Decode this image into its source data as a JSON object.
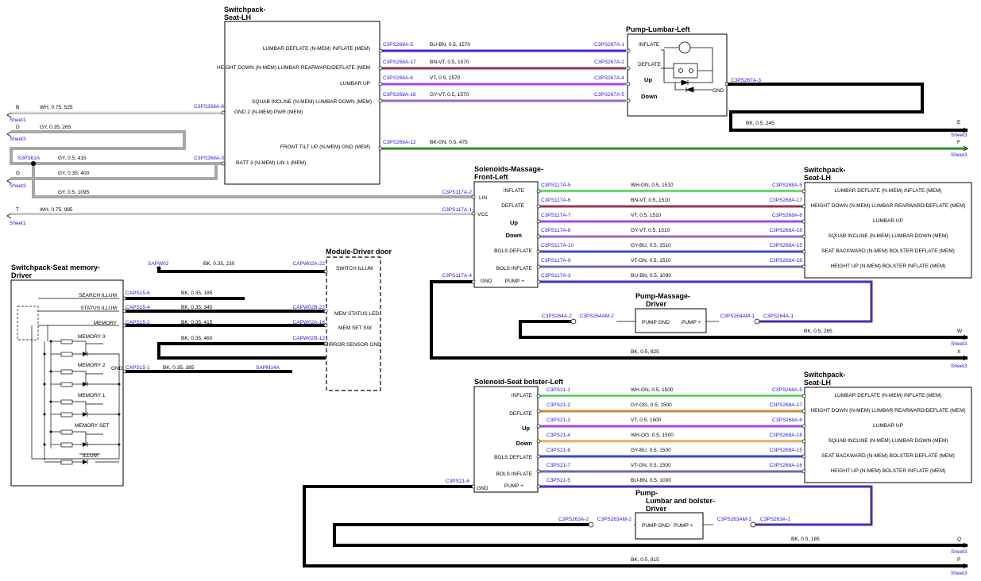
{
  "components": [
    {
      "key": "sp1",
      "title": [
        "Switchpack-",
        "Seat-LH"
      ],
      "pins": [
        "LUMBAR DEFLATE (N-MEM) INFLATE (MEM)",
        "HEIGHT DOWN (N-MEM) LUMBAR REARWARD/DEFLATE (MEM",
        "LUMBAR UP",
        "SQUAB INCLINE (N-MEM) LUMBAR DOWN (MEM)",
        "GND 2 (N-MEM) PWR (MEM)",
        "FRONT TILT UP (N-MEM) GND (MEM)",
        "BATT 3 (N-MEM) LIN 1 (MEM)"
      ]
    },
    {
      "key": "pump1",
      "title": [
        "Pump-Lumbar-Left"
      ],
      "pins": [
        "INFLATE",
        "DEFLATE",
        "Up",
        "Down",
        "GND"
      ]
    },
    {
      "key": "sol1",
      "title": [
        "Solenoids-Massage-",
        "Front-Left"
      ],
      "pins": [
        "INFLATE",
        "LIN",
        "DEFLATE",
        "VCC",
        "Up",
        "Down",
        "BOLS DEFLATE",
        "BOLS INFLATE",
        "GND",
        "PUMP +"
      ]
    },
    {
      "key": "sp2",
      "title": [
        "Switchpack-",
        "Seat-LH"
      ],
      "pins": [
        "LUMBAR DEFLATE (N-MEM) INFLATE (MEM)",
        "HEIGHT DOWN (N-MEM) LUMBAR REARWARD/DEFLATE (MEM)",
        "LUMBAR UP",
        "SQUAB INCLINE (N-MEM) LUMBAR DOWN (MEM)",
        "SEAT BACKWARD (N-MEM) BOLSTER DEFLATE (MEM)",
        "HEIGHT UP (N-MEM) BOLSTER INFLATE (MEM)"
      ]
    },
    {
      "key": "mem",
      "title": [
        "Switchpack-Seat memory-",
        "Driver"
      ],
      "pins": [
        "SEARCH ILLUM",
        "STATUS ILLUM",
        "MEMORY",
        "GND"
      ],
      "inner": [
        "MEMORY 3",
        "MEMORY 2",
        "MEMORY 1",
        "MEMORY SET",
        "ILLUM"
      ]
    },
    {
      "key": "door",
      "title": [
        "Module-Driver door"
      ],
      "pins": [
        "SWITCH ILLUM",
        "MEM STATUS LED",
        "MEM SET SW",
        "MIRROR SENSOR GND"
      ]
    },
    {
      "key": "pm",
      "title": [
        "Pump-Massage-",
        "Driver"
      ],
      "pins": [
        "PUMP GND",
        "PUMP +"
      ]
    },
    {
      "key": "sol2",
      "title": [
        "Solenoid-Seat bolster-Left"
      ],
      "pins": [
        "INFLATE",
        "DEFLATE",
        "Up",
        "Down",
        "BOLS DEFLATE",
        "BOLS INFLATE",
        "GND",
        "PUMP +"
      ]
    },
    {
      "key": "sp3",
      "title": [
        "Switchpack-",
        "Seat-LH"
      ],
      "pins": [
        "LUMBAR DEFLATE (N-MEM) INFLATE (MEM)",
        "HEIGHT DOWN (N-MEM) LUMBAR REARWARD/DEFLATE (MEM)",
        "LUMBAR UP",
        "SQUAB INCLINE (N-MEM) LUMBAR DOWN (MEM)",
        "SEAT BACKWARD (N-MEM) BOLSTER DEFLATE (MEM)",
        "HEIGHT UP (N-MEM) BOLSTER INFLATE (MEM)"
      ]
    },
    {
      "key": "plb",
      "title": [
        "Pump-",
        "Lumbar and bolster-",
        "Driver"
      ],
      "pins": [
        "PUMP GND",
        "PUMP +"
      ]
    }
  ],
  "wires": [
    {
      "from": "C3PS268A-5",
      "to": "C3PS267A-1",
      "spec": "BU-BN,  0.5,  1570",
      "color": "#4a1fd0"
    },
    {
      "from": "C3PS268A-17",
      "to": "C3PS267A-2",
      "spec": "BN-VT,  0.5,  1570",
      "color": "#8a3a5a"
    },
    {
      "from": "C3PS268A-6",
      "to": "C3PS267A-4",
      "spec": "VT,  0.5,  1570",
      "color": "#a44ae8"
    },
    {
      "from": "C3PS268A-18",
      "to": "C3PS267A-5",
      "spec": "GY-VT,  0.5,  1570",
      "color": "#9a6ac8"
    },
    {
      "from": "C3PS268A-12",
      "to": "F",
      "spec": "BK-GN,  0.5,  475",
      "color": "#2fae2f"
    },
    {
      "from": "C3PS267A-3",
      "to": "E",
      "spec": "BK,  0.5,  245",
      "color": "#000000"
    },
    {
      "from": "B",
      "to": "C3PS268A-8",
      "spec": "WH,  0.75,  525",
      "color": "#e4e4e4"
    },
    {
      "from": "D",
      "to": "",
      "spec": "GY,  0.35,  265",
      "color": "#a8a8a8"
    },
    {
      "from": "S3PS61A",
      "to": "",
      "spec": "GY,  0.5,  415",
      "color": "#a8a8a8"
    },
    {
      "from": "G",
      "to": "C3PS268A-3",
      "spec": "GY,  0.35,  400",
      "color": "#a8a8a8"
    },
    {
      "from": "",
      "to": "C3PS117A-2",
      "spec": "GY,  0.5,  1095",
      "color": "#a8a8a8"
    },
    {
      "from": "T",
      "to": "C3PS117A-1",
      "spec": "WH,  0.75,  985",
      "color": "#e4e4e4"
    },
    {
      "from": "C3PS117A-5",
      "to": "C3PS268A-5",
      "spec": "WH-GN,  0.5,  1510",
      "color": "#38c838"
    },
    {
      "from": "C3PS117A-6",
      "to": "C3PS268A-17",
      "spec": "BN-VT,  0.5,  1510",
      "color": "#8a3a5a"
    },
    {
      "from": "C3PS117A-7",
      "to": "C3PS268A-6",
      "spec": "VT,  0.5,  1510",
      "color": "#a44ae8"
    },
    {
      "from": "C3PS117A-8",
      "to": "C3PS268A-18",
      "spec": "GY-VT,  0.5,  1510",
      "color": "#9a6ac8"
    },
    {
      "from": "C3PS117A-10",
      "to": "C3PS268A-15",
      "spec": "GY-BU,  0.5,  1510",
      "color": "#3a4ac8"
    },
    {
      "from": "C3PS117A-9",
      "to": "C3PS268A-16",
      "spec": "VT-GN,  0.5,  1510",
      "color": "#6a6ab0"
    },
    {
      "from": "C3PS117A-3",
      "to": "C3PS264A-1",
      "spec": "BU-BN,  0.5,  1090",
      "color": "#3a2ac0"
    },
    {
      "from": "C3PS264A-2",
      "to": "W",
      "spec": "BK,  0.5,  265",
      "color": "#000000"
    },
    {
      "from": "C3PS117A-4",
      "to": "X",
      "spec": "BK,  0.5,  825",
      "color": "#000000"
    },
    {
      "from": "SAPW02",
      "to": "CAPW02A-22",
      "spec": "BK,  0.35,  230",
      "color": "#000000"
    },
    {
      "from": "CAPS15-6",
      "to": "",
      "spec": "BK,  0.35,  185",
      "color": "#000000"
    },
    {
      "from": "CAPS15-4",
      "to": "CAPW02B-22",
      "spec": "BK,  0.35,  345",
      "color": "#000000"
    },
    {
      "from": "CAPS15-2",
      "to": "CAPW02A-16",
      "spec": "BK,  0.35,  415",
      "color": "#000000"
    },
    {
      "from": "",
      "to": "CAPW02B-12",
      "spec": "BK,  0.35,  460",
      "color": "#000000"
    },
    {
      "from": "CAPS15-1",
      "to": "SAPM14A",
      "spec": "BK,  0.35,  385",
      "color": "#000000"
    },
    {
      "from": "C3PS21-1",
      "to": "C3PS268A-5",
      "spec": "WH-GN,  0.5,  1500",
      "color": "#38c838"
    },
    {
      "from": "C3PS21-2",
      "to": "C3PS268A-17",
      "spec": "GY-OG,  0.5,  1500",
      "color": "#d88a2a"
    },
    {
      "from": "C3PS21-3",
      "to": "C3PS268A-6",
      "spec": "VT,  0.5,  1500",
      "color": "#a44ae8"
    },
    {
      "from": "C3PS21-4",
      "to": "C3PS268A-18",
      "spec": "WH-OG,  0.5,  1500",
      "color": "#e0a040"
    },
    {
      "from": "C3PS21-8",
      "to": "C3PS268A-15",
      "spec": "GY-BU,  0.5,  1500",
      "color": "#3a4ac8"
    },
    {
      "from": "C3PS21-7",
      "to": "C3PS268A-16",
      "spec": "VT-GN,  0.5,  1500",
      "color": "#6a6ab0"
    },
    {
      "from": "C3PS21-5",
      "to": "C3PS263A-1",
      "spec": "BU-BN,  0.5,  1000",
      "color": "#3a2ac0"
    },
    {
      "from": "C3PS263A-2",
      "to": "Q",
      "spec": "BK,  0.5,  185",
      "color": "#000000"
    },
    {
      "from": "C3PS21-6",
      "to": "P",
      "spec": "BK,  0.5,  815",
      "color": "#000000"
    }
  ],
  "inline_connectors": [
    "C3PS264A-2",
    "C3PS264AM-2",
    "C3PS264AM-1",
    "C3PS264A-1",
    "C3PS263A-2",
    "C3PS263AM-2",
    "C3PS263AM-1",
    "C3PS263A-1",
    "C3PS267A-3"
  ],
  "sheet_refs": [
    {
      "letter": "B",
      "sheet": "Sheet1"
    },
    {
      "letter": "D",
      "sheet": "Sheet3"
    },
    {
      "letter": "G",
      "sheet": "Sheet3"
    },
    {
      "letter": "T",
      "sheet": "Sheet1"
    },
    {
      "letter": "E",
      "sheet": "Sheet3"
    },
    {
      "letter": "F",
      "sheet": "Sheet3"
    },
    {
      "letter": "W",
      "sheet": "Sheet3"
    },
    {
      "letter": "X",
      "sheet": "Sheet3"
    },
    {
      "letter": "Q",
      "sheet": "Sheet3"
    },
    {
      "letter": "P",
      "sheet": "Sheet3"
    }
  ]
}
